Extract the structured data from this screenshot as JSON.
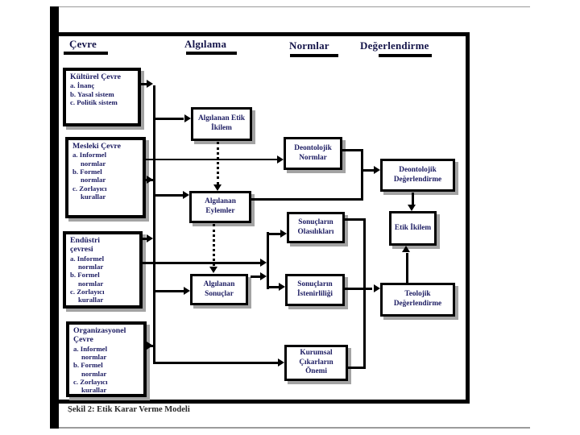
{
  "colors": {
    "line": "#000000",
    "box_text": "#1c1c62",
    "header_text": "#15154a",
    "shadow": "#a3a3a3",
    "background": "#ffffff"
  },
  "headers": {
    "cevre": "Çevre",
    "algilama": "Algılama",
    "normlar": "Normlar",
    "degerlendirme": "Değerlendirme"
  },
  "environment_boxes": [
    {
      "title": "Kültürel Çevre",
      "items": [
        "a. İnanç",
        "b. Yasal sistem",
        "c. Politik sistem"
      ]
    },
    {
      "title": "Mesleki Çevre",
      "items": [
        "a. Informel normlar",
        "b. Formel normlar",
        "c. Zorlayıcı kurallar"
      ]
    },
    {
      "title": "Endüstri çevresi",
      "items": [
        "a. Informel normlar",
        "b. Formel normlar",
        "c. Zorlayıcı kurallar"
      ]
    },
    {
      "title": "Organizasyonel Çevre",
      "items": [
        "a. Informel normlar",
        "b. Formel normlar",
        "c. Zorlayıcı kurallar"
      ]
    }
  ],
  "process_boxes": {
    "algilanan_etik_ikilem": "Algılanan Etik İkilem",
    "algilanan_eylemler": "Algılanan Eylemler",
    "algilanan_sonuclar": "Algılanan Sonuçlar",
    "deontolojik_normlar": "Deontolojik Normlar",
    "sonuclarin_olasiliklari": "Sonuçların Olasılıkları",
    "sonuclarin_istenirliligi": "Sonuçların İstenirliliği",
    "kurumsal_cikarlarin_onemi": "Kurumsal Çıkarların Önemi",
    "deontolojik_degerlendirme": "Deontolojik Değerlendirme",
    "etik_ikilem": "Etik İkilem",
    "teolojik_degerlendirme": "Teolojik Değerlendirme"
  },
  "caption": "Şekil 2: Etik Karar Verme Modeli"
}
